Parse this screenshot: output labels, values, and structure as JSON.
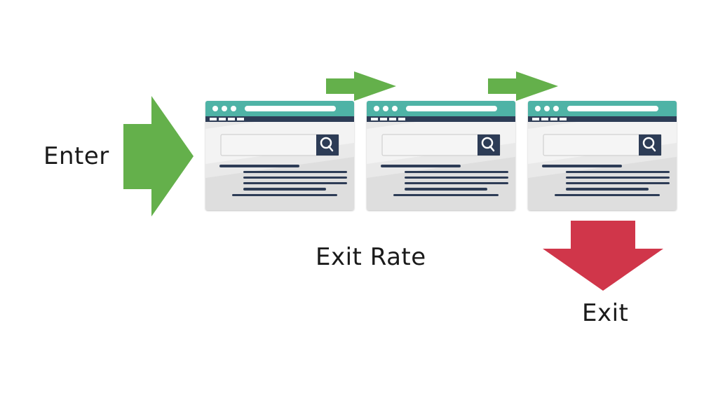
{
  "labels": {
    "enter": "Enter",
    "exit_rate": "Exit Rate",
    "exit": "Exit"
  },
  "colors": {
    "green_arrow": "#64b04b",
    "red_arrow": "#d0364a",
    "browser_header": "#4fb3a6",
    "browser_header_bar": "#2d3c56",
    "browser_body": "#e9e9e9",
    "search_button": "#2d3c56",
    "text_lines": "#2d3c56"
  },
  "icons": {
    "browser_controls": "window-dots-icon",
    "search": "search-icon"
  },
  "pages": [
    {
      "id": "page-1"
    },
    {
      "id": "page-2"
    },
    {
      "id": "page-3"
    }
  ]
}
